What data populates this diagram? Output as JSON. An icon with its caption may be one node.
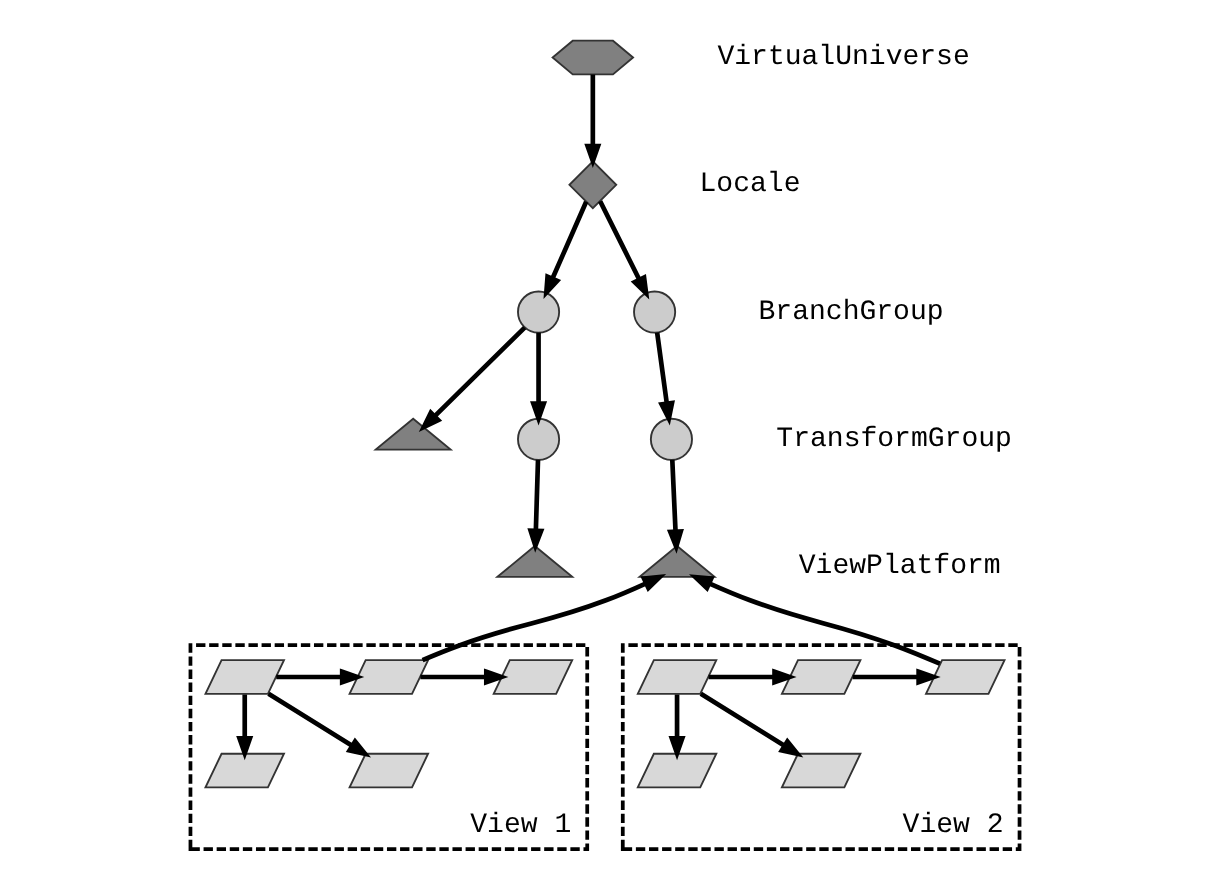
{
  "diagram": {
    "nodes": [
      {
        "text": [],
        "shape": "hexagon",
        "beside": [
          "VirtualUniverse"
        ]
      },
      {
        "text": [],
        "shape": "diamond",
        "beside": [
          "Locale"
        ]
      },
      {
        "text": [],
        "shape": "circle"
      },
      {
        "text": [],
        "shape": "circle",
        "beside": [
          "BranchGroup"
        ]
      },
      {
        "text": [],
        "shape": "triangle"
      },
      {
        "text": [],
        "shape": "circle"
      },
      {
        "text": [],
        "shape": "circle",
        "beside": [
          "TransformGroup"
        ]
      },
      {
        "text": [],
        "shape": "triangle"
      },
      {
        "text": [],
        "shape": "triangle",
        "beside": [
          "ViewPlatform"
        ]
      },
      {
        "text": [
          "View 1"
        ]
      },
      {
        "text": [],
        "shape": "parallelogram",
        "in": 9
      },
      {
        "text": [],
        "shape": "parallelogram",
        "in": 9
      },
      {
        "text": [],
        "shape": "parallelogram",
        "in": 9
      },
      {
        "text": [],
        "shape": "parallelogram",
        "in": 9
      },
      {
        "text": [],
        "shape": "parallelogram",
        "in": 9
      },
      {
        "text": [
          "View 2"
        ]
      },
      {
        "text": [],
        "shape": "parallelogram",
        "in": 15
      },
      {
        "text": [],
        "shape": "parallelogram",
        "in": 15
      },
      {
        "text": [],
        "shape": "parallelogram",
        "in": 15
      },
      {
        "text": [],
        "shape": "parallelogram",
        "in": 15
      },
      {
        "text": [],
        "shape": "parallelogram",
        "in": 15
      }
    ],
    "edges": [
      {
        "from": 0,
        "to": 1,
        "arrow": "to"
      },
      {
        "from": 1,
        "to": 2,
        "arrow": "to"
      },
      {
        "from": 1,
        "to": 3,
        "arrow": "to"
      },
      {
        "from": 2,
        "to": 4,
        "arrow": "to"
      },
      {
        "from": 2,
        "to": 5,
        "arrow": "to"
      },
      {
        "from": 5,
        "to": 7,
        "arrow": "to"
      },
      {
        "from": 3,
        "to": 6,
        "arrow": "to"
      },
      {
        "from": 6,
        "to": 8,
        "arrow": "to"
      },
      {
        "from": 11,
        "to": 8,
        "arrow": "to"
      },
      {
        "from": 18,
        "to": 8,
        "arrow": "to"
      },
      {
        "from": 10,
        "to": 11,
        "arrow": "to"
      },
      {
        "from": 11,
        "to": 12,
        "arrow": "to"
      },
      {
        "from": 10,
        "to": 13,
        "arrow": "to"
      },
      {
        "from": 10,
        "to": 14,
        "arrow": "to"
      },
      {
        "from": 16,
        "to": 17,
        "arrow": "to"
      },
      {
        "from": 17,
        "to": 18,
        "arrow": "to"
      },
      {
        "from": 16,
        "to": 19,
        "arrow": "to"
      },
      {
        "from": 16,
        "to": 20,
        "arrow": "to"
      }
    ]
  }
}
